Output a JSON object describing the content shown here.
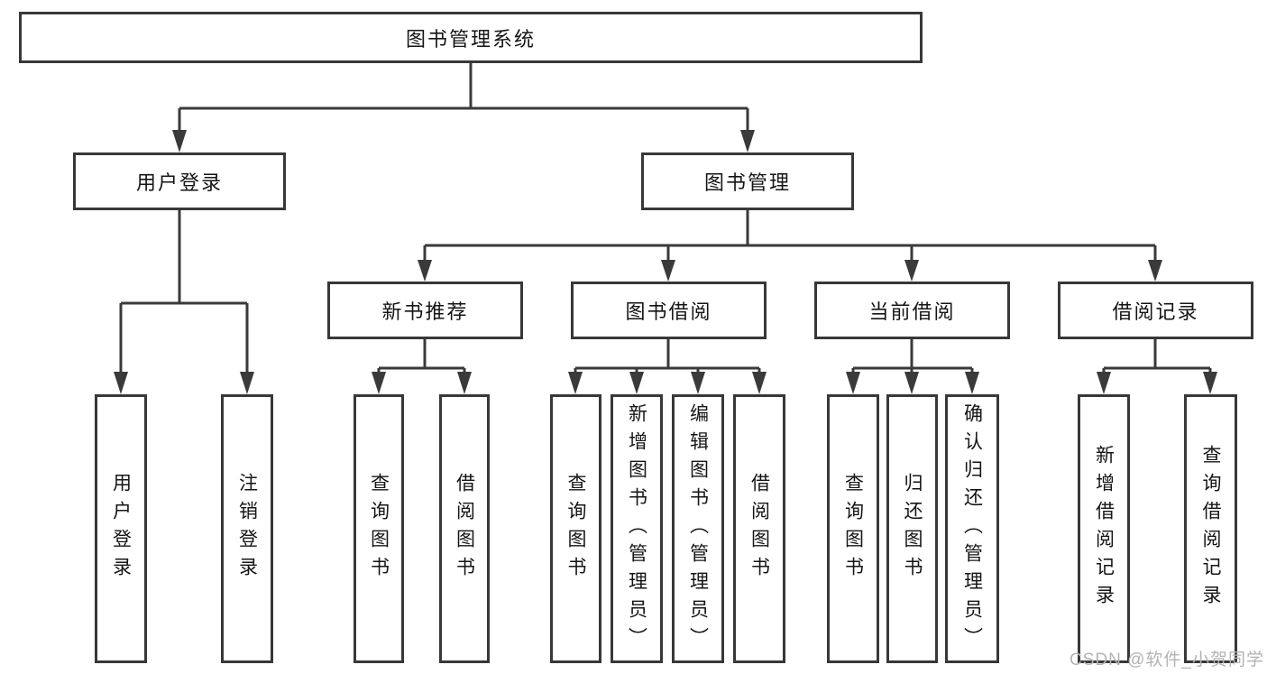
{
  "diagram": {
    "root": {
      "label": "图书管理系统"
    },
    "level2": [
      {
        "label": "用户登录"
      },
      {
        "label": "图书管理"
      }
    ],
    "level3": [
      {
        "label": "新书推荐"
      },
      {
        "label": "图书借阅"
      },
      {
        "label": "当前借阅"
      },
      {
        "label": "借阅记录"
      }
    ],
    "leaves": [
      {
        "label": "用户登录"
      },
      {
        "label": "注销登录"
      },
      {
        "label": "查询图书"
      },
      {
        "label": "借阅图书"
      },
      {
        "label": "查询图书"
      },
      {
        "label": "新增图书（管理员）"
      },
      {
        "label": "编辑图书（管理员）"
      },
      {
        "label": "借阅图书"
      },
      {
        "label": "查询图书"
      },
      {
        "label": "归还图书"
      },
      {
        "label": "确认归还（管理员）"
      },
      {
        "label": "新增借阅记录"
      },
      {
        "label": "查询借阅记录"
      }
    ],
    "watermark": "CSDN @软件_小贺同学",
    "colors": {
      "line": "#3a3a3a",
      "box_border": "#383838",
      "text": "#151515",
      "watermark": "#b3b3b3",
      "background": "#ffffff"
    }
  }
}
